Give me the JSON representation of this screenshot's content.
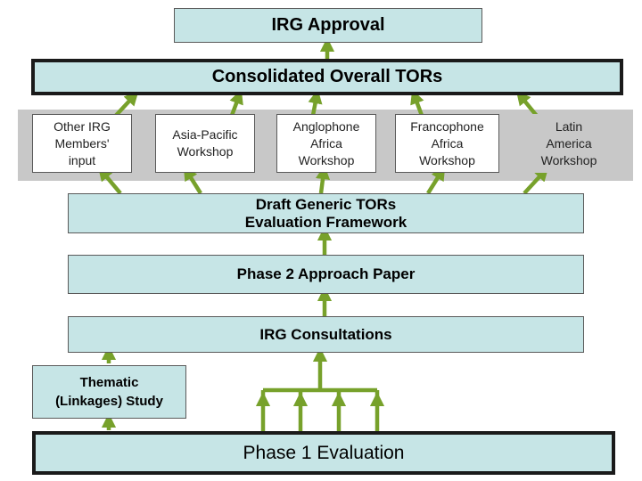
{
  "colors": {
    "box_fill": "#c6e5e6",
    "arrow": "#77a12b",
    "band": "#c8c8c8"
  },
  "top": {
    "approval": "IRG Approval",
    "consolidated": "Consolidated Overall TORs"
  },
  "inputs": [
    {
      "label": "Other IRG\nMembers'\ninput"
    },
    {
      "label": "Asia-Pacific\nWorkshop"
    },
    {
      "label": "Anglophone\nAfrica\nWorkshop"
    },
    {
      "label": "Francophone\nAfrica\nWorkshop"
    },
    {
      "label": "Latin\nAmerica\nWorkshop"
    }
  ],
  "draft": {
    "line1": "Draft Generic TORs",
    "line2": "Evaluation Framework"
  },
  "phase2": "Phase 2 Approach Paper",
  "consultations": "IRG Consultations",
  "thematic": {
    "line1": "Thematic",
    "line2": "(Linkages) Study"
  },
  "phase1": "Phase 1 Evaluation"
}
